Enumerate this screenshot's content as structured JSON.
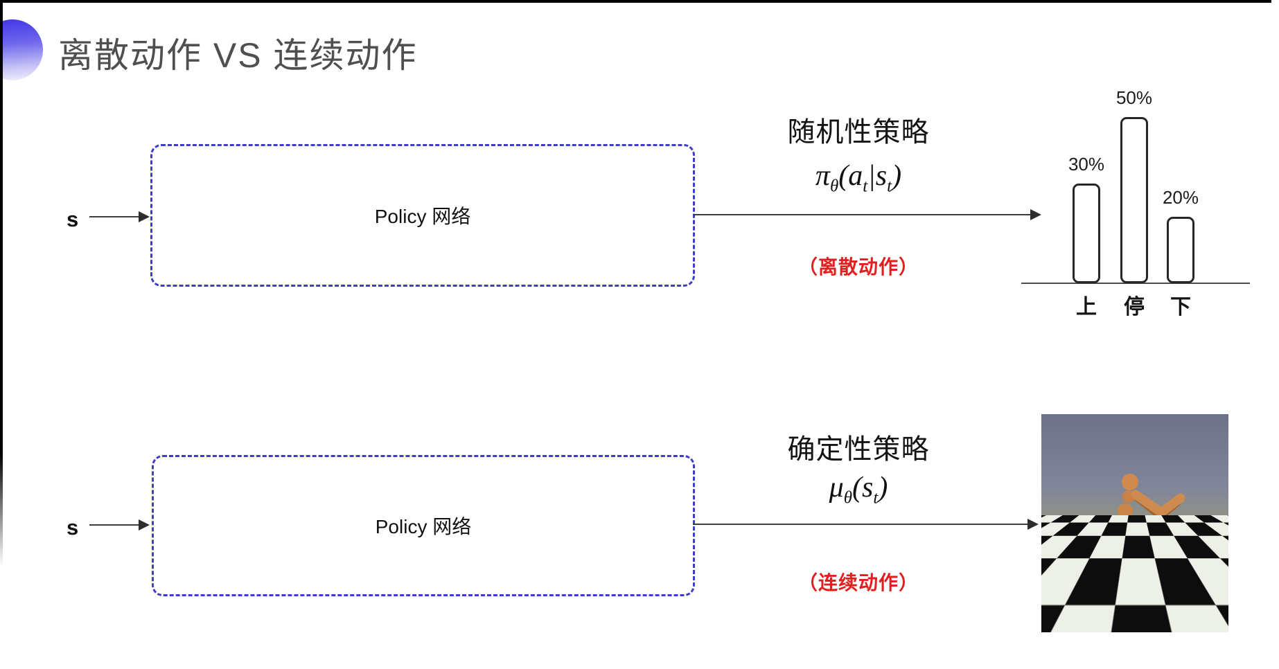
{
  "title": "离散动作 VS 连续动作",
  "rows": {
    "discrete": {
      "input_label": "s",
      "box_label": "Policy 网络",
      "policy_type": "随机性策略",
      "formula": {
        "sym": "π",
        "sym_sub": "θ",
        "open": "(",
        "arg1": "a",
        "arg1_sub": "t",
        "sep": "|",
        "arg2": "s",
        "arg2_sub": "t",
        "close": ")"
      },
      "action_note": "（离散动作）"
    },
    "continuous": {
      "input_label": "s",
      "box_label": "Policy 网络",
      "policy_type": "确定性策略",
      "formula": {
        "sym": "μ",
        "sym_sub": "θ",
        "open": "(",
        "arg1": "s",
        "arg1_sub": "t",
        "close": ")"
      },
      "action_note": "（连续动作）"
    }
  },
  "chart_data": {
    "type": "bar",
    "categories": [
      "上",
      "停",
      "下"
    ],
    "values": [
      30,
      50,
      20
    ],
    "value_labels": [
      "30%",
      "50%",
      "20%"
    ],
    "title": "",
    "xlabel": "",
    "ylabel": "",
    "ylim": [
      0,
      55
    ],
    "grid": false,
    "legend": false,
    "bar_style": "white fill, dark rounded outline, baseline axis only"
  },
  "colors": {
    "accent_blue_dash": "#3d3dc8",
    "highlight_red": "#e01f1f",
    "title_gray": "#4f4f4f",
    "line_dark": "#3d3d3d",
    "icon_gradient_top": "#4134e6",
    "icon_gradient_bottom": "#f2f1fc"
  }
}
